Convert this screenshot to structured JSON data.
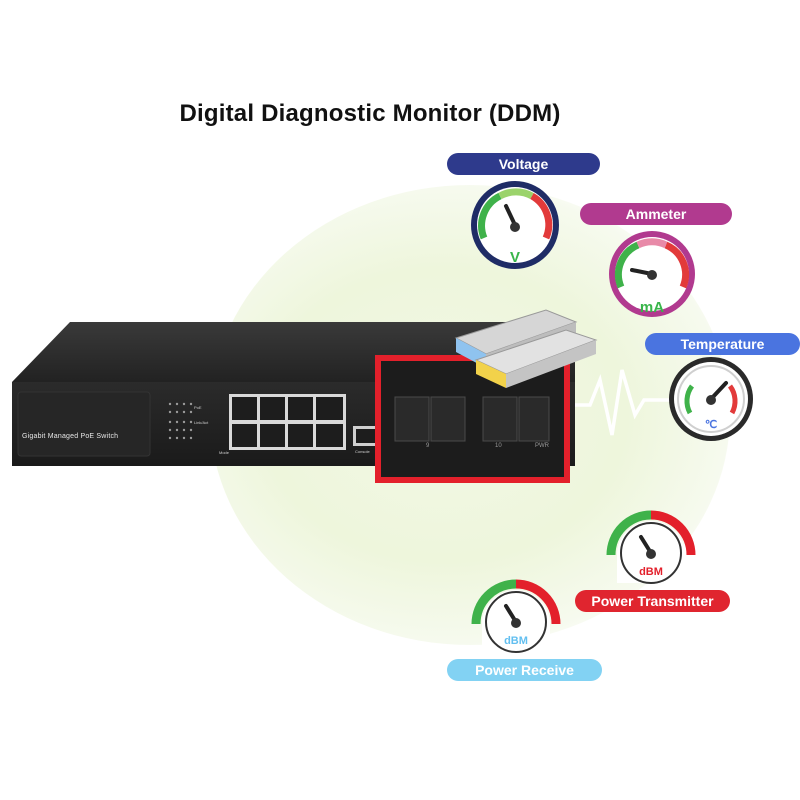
{
  "title": "Digital Diagnostic Monitor (DDM)",
  "labels": {
    "voltage": "Voltage",
    "ammeter": "Ammeter",
    "temperature": "Temperature",
    "power_transmitter": "Power Transmitter",
    "power_receive": "Power Receive"
  },
  "units": {
    "voltage": "V",
    "ammeter": "mA",
    "temperature": "℃",
    "power_transmitter": "dBM",
    "power_receive": "dBM"
  },
  "switch": {
    "label": "Gigabit Managed PoE Switch",
    "led_poe": "PoE",
    "led_link": "Link/Act",
    "mode": "Mode",
    "console": "Console",
    "sfp_9": "9",
    "sfp_10": "10",
    "pwr": "PWR"
  },
  "colors": {
    "voltage_pill": "#2e3a8c",
    "ammeter_pill": "#b13a8f",
    "temperature_pill": "#4a74e0",
    "power_transmitter_pill": "#e0252f",
    "power_receive_pill": "#82d2f3",
    "highlight_frame": "#e3202b"
  }
}
